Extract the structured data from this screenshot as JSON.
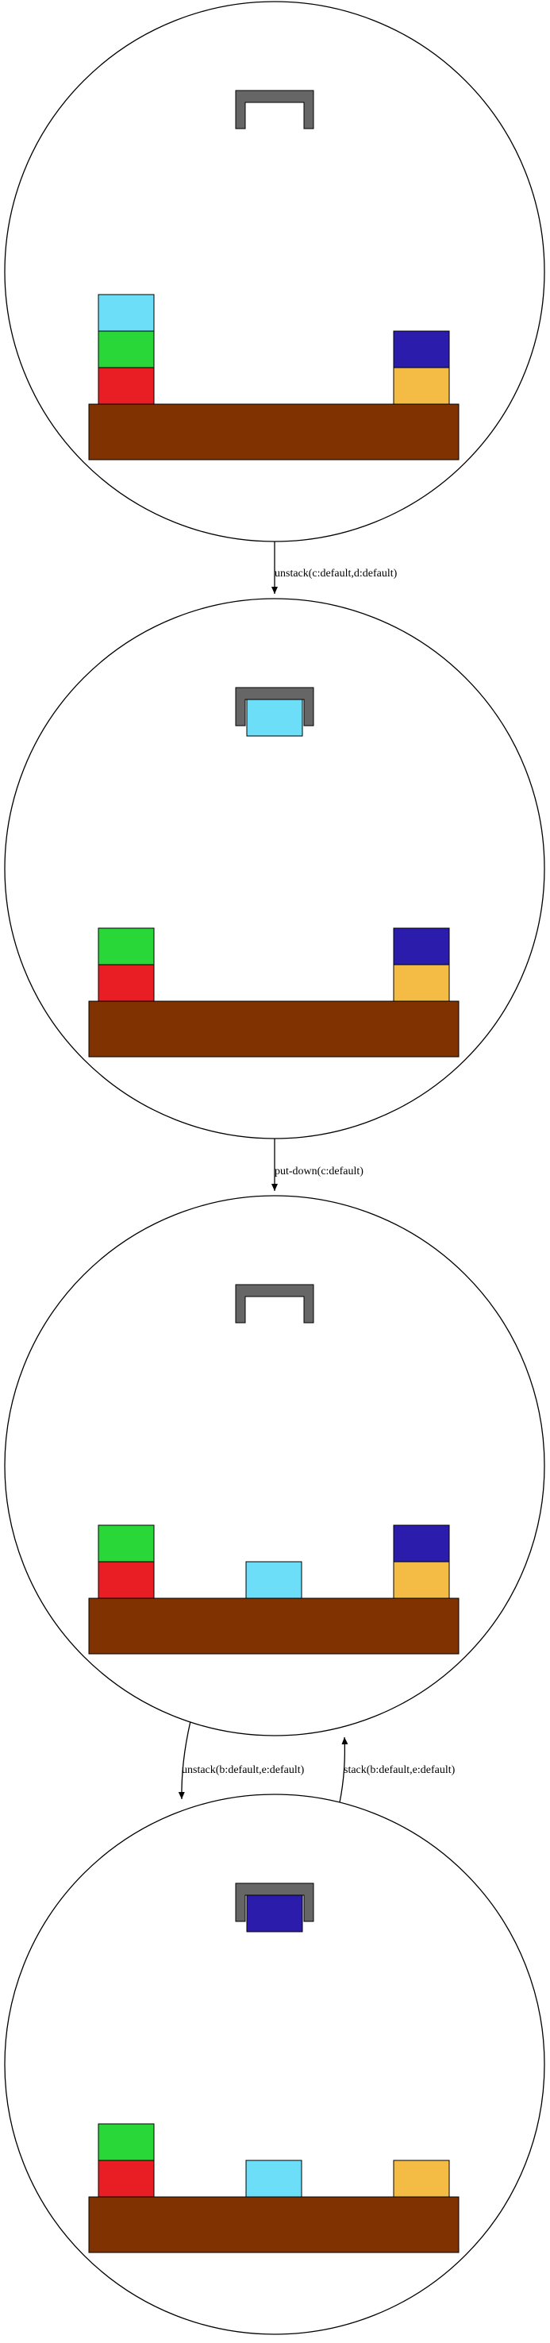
{
  "colors": {
    "outline": "#000000",
    "gripper": "#666666",
    "table": "#803300",
    "block_a": "#e81e24",
    "block_b": "#29d838",
    "block_c": "#6cdef7",
    "block_d": "#f4bb45",
    "block_e": "#2b1cac"
  },
  "states": [
    {
      "holding": null,
      "stacks": [
        [
          "a",
          "b",
          "c"
        ],
        [],
        [
          "d",
          "e"
        ]
      ]
    },
    {
      "holding": "c",
      "stacks": [
        [
          "a",
          "b"
        ],
        [],
        [
          "d",
          "e"
        ]
      ]
    },
    {
      "holding": null,
      "stacks": [
        [
          "a",
          "b"
        ],
        [
          "c"
        ],
        [
          "d",
          "e"
        ]
      ]
    },
    {
      "holding": "e",
      "stacks": [
        [
          "a",
          "b"
        ],
        [
          "c"
        ],
        [
          "d"
        ]
      ]
    }
  ],
  "edges": [
    {
      "from": 0,
      "to": 1,
      "label": "unstack(c:default,d:default)"
    },
    {
      "from": 1,
      "to": 2,
      "label": "put-down(c:default)"
    },
    {
      "from": 2,
      "to": 3,
      "label": "unstack(b:default,e:default)"
    },
    {
      "from": 3,
      "to": 2,
      "label": "stack(b:default,e:default)"
    }
  ]
}
